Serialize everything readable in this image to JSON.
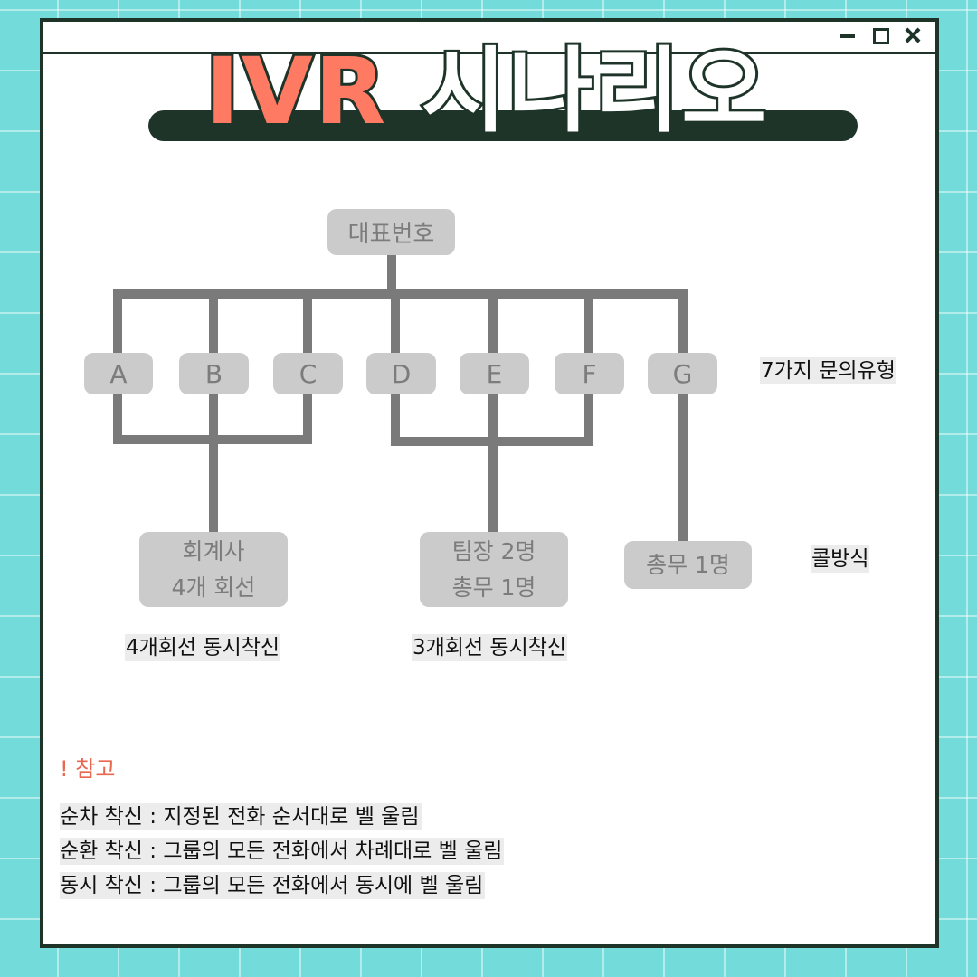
{
  "title": {
    "part1": "IVR",
    "part2": "시나리오"
  },
  "window_controls": {
    "minimize": "minimize-icon",
    "maximize": "maximize-icon",
    "close": "close-icon"
  },
  "root": "대표번호",
  "nodes": [
    "A",
    "B",
    "C",
    "D",
    "E",
    "F",
    "G"
  ],
  "nodes_caption": "7가지 문의유형",
  "teams": [
    {
      "line1": "회계사",
      "line2": "4개 회선",
      "caption": "4개회선 동시착신"
    },
    {
      "line1": "팀장 2명",
      "line2": "총무 1명",
      "caption": "3개회선 동시착신"
    },
    {
      "line1": "총무 1명"
    }
  ],
  "teams_caption": "콜방식",
  "notes": {
    "heading": "! 참고",
    "lines": [
      "순차 착신 : 지정된 전화 순서대로 벨 울림",
      "순환 착신 : 그룹의 모든 전화에서 차례대로  벨 울림",
      "동시 착신 : 그룹의 모든 전화에서 동시에 벨 울림"
    ]
  },
  "colors": {
    "background": "#73dcdb",
    "frame": "#1e3429",
    "title_accent": "#ff7a63",
    "box": "#cbcbcb",
    "connector": "#7a7a7a",
    "note_heading": "#e9674f"
  }
}
